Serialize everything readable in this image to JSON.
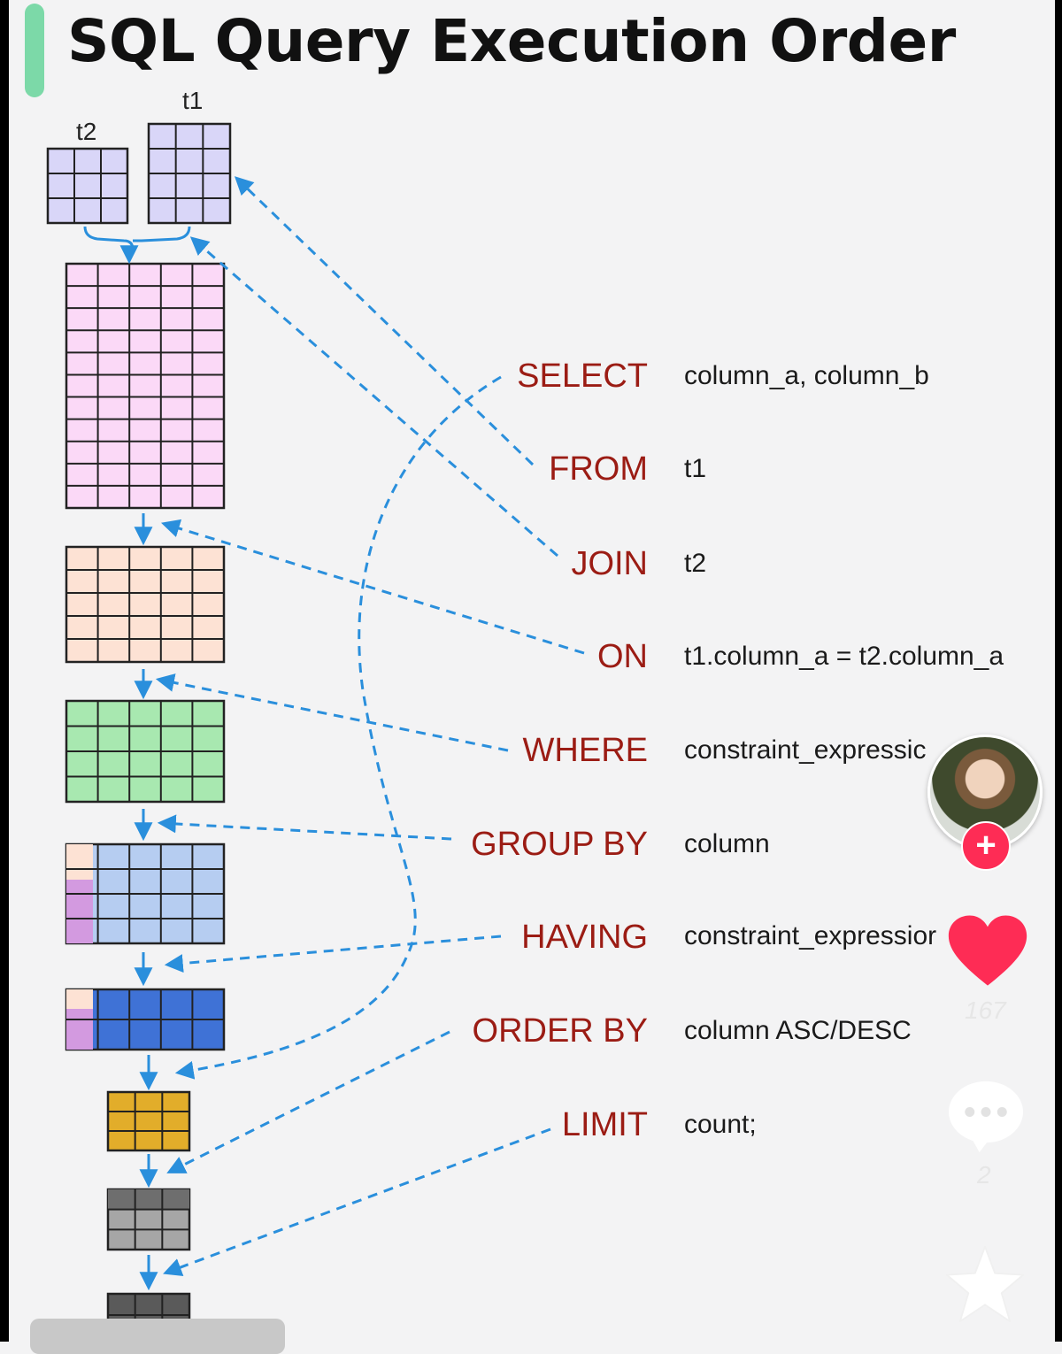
{
  "title": "SQL Query Execution Order",
  "tables": {
    "t1": "t1",
    "t2": "t2"
  },
  "clauses": [
    {
      "keyword": "SELECT",
      "arg": "column_a, column_b"
    },
    {
      "keyword": "FROM",
      "arg": "t1"
    },
    {
      "keyword": "JOIN",
      "arg": "t2"
    },
    {
      "keyword": "ON",
      "arg": "t1.column_a = t2.column_a"
    },
    {
      "keyword": "WHERE",
      "arg": "constraint_expressic"
    },
    {
      "keyword": "GROUP BY",
      "arg": "column"
    },
    {
      "keyword": "HAVING",
      "arg": "constraint_expressior"
    },
    {
      "keyword": "ORDER BY",
      "arg": "column ASC/DESC"
    },
    {
      "keyword": "LIMIT",
      "arg": "count;"
    }
  ],
  "social": {
    "likes": "167",
    "comments": "2"
  },
  "colors": {
    "keyword": "#9b1c14",
    "arrow": "#2a8fdc",
    "accent": "#7cd9a8",
    "join_table": "#fbd9f7",
    "on_table": "#fde2d4",
    "where_table": "#a8e8b0",
    "group_table": "#b6cdf1",
    "having_table": "#3f72d6",
    "select_table": "#e2ad2a",
    "order_table": "#a6a6a6",
    "limit_table": "#5a5a5a",
    "like": "#fe2c55"
  }
}
